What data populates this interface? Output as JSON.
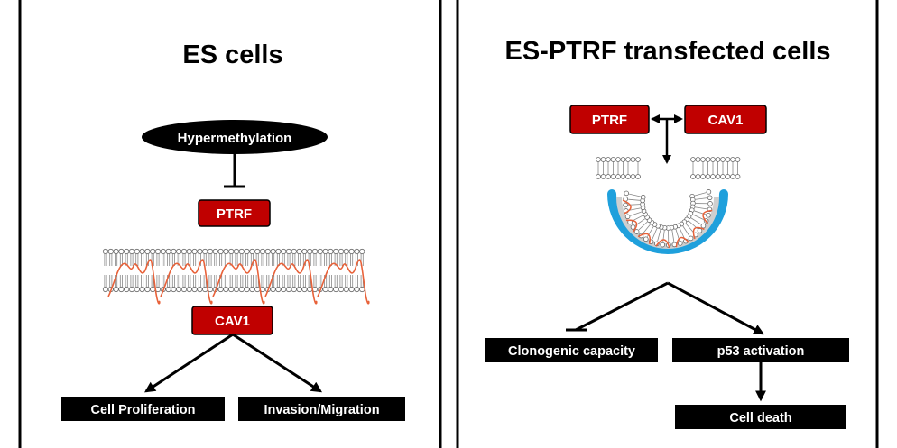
{
  "colors": {
    "background": "#ffffff",
    "frame": "#000000",
    "red_box": "#c00000",
    "black_box": "#000000",
    "protein_orange": "#e8623a",
    "caveolae_blue": "#1fa0dc",
    "membrane_gray": "#888888"
  },
  "left_panel": {
    "title": "ES cells",
    "methylation": "Hypermethylation",
    "ptrf": "PTRF",
    "cav1": "CAV1",
    "outcome_1": "Cell Proliferation",
    "outcome_2": "Invasion/Migration"
  },
  "right_panel": {
    "title": "ES-PTRF transfected cells",
    "ptrf": "PTRF",
    "cav1": "CAV1",
    "outcome_1": "Clonogenic capacity",
    "outcome_2": "p53 activation",
    "outcome_3": "Cell death"
  }
}
